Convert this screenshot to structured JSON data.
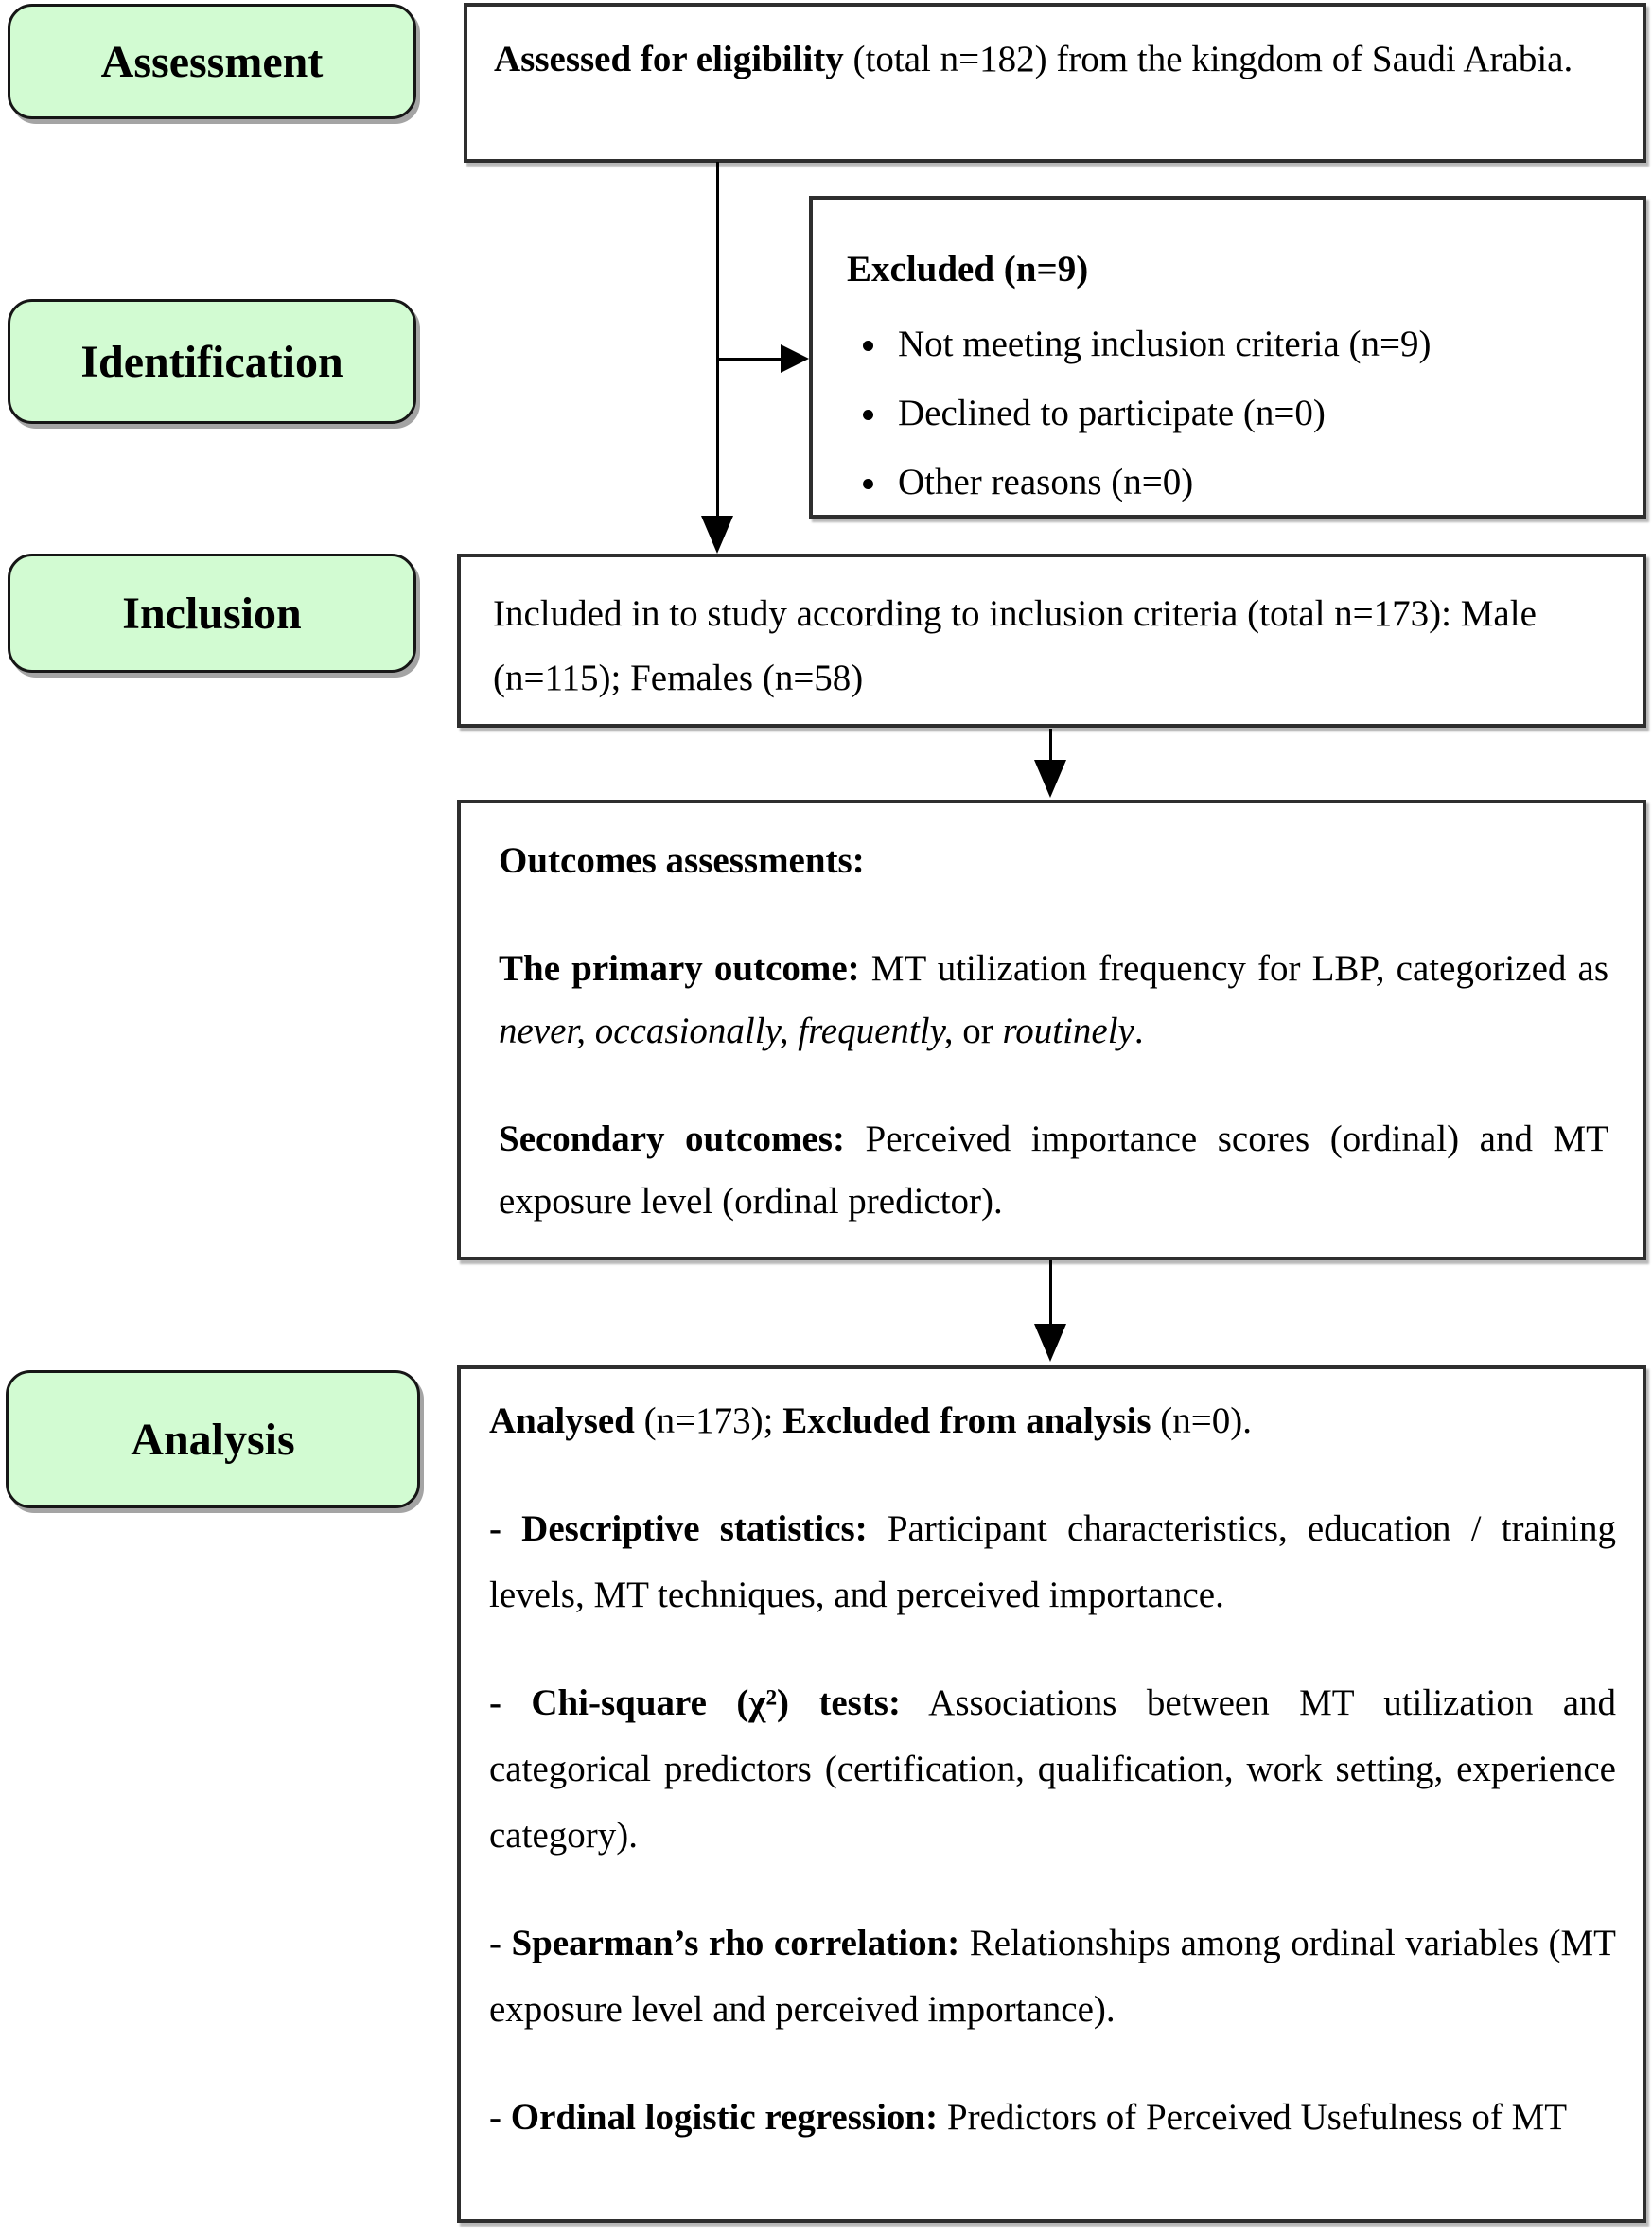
{
  "stages": {
    "assessment": "Assessment",
    "identification": "Identification",
    "inclusion": "Inclusion",
    "analysis": "Analysis"
  },
  "eligibility": {
    "bold": "Assessed for eligibility",
    "rest": " (total n=182) from the kingdom of Saudi Arabia."
  },
  "excluded": {
    "title": "Excluded (n=9)",
    "bullets": [
      "Not meeting inclusion criteria (n=9)",
      "Declined to participate (n=0)",
      "Other reasons (n=0)"
    ]
  },
  "included": {
    "text": "Included in to study according to inclusion criteria (total n=173): Male (n=115); Females (n=58)"
  },
  "outcomes": {
    "title": "Outcomes assessments:",
    "primary": {
      "label": "The primary outcome:",
      "text1": " MT utilization frequency for LBP, categorized as ",
      "italic1": "never, occasionally, frequently,",
      "text2": " or ",
      "italic2": "routinely",
      "text3": "."
    },
    "secondary": {
      "label": "Secondary outcomes:",
      "text": " Perceived importance scores (ordinal) and MT exposure level (ordinal predictor)."
    }
  },
  "analysis": {
    "lead": {
      "bold1": "Analysed",
      "text1": " (n=173); ",
      "bold2": "Excluded from analysis",
      "text2": " (n=0)."
    },
    "items": [
      {
        "label": "- Descriptive statistics:",
        "text": " Participant characteristics, education / training levels, MT techniques, and perceived importance."
      },
      {
        "label": "- Chi-square (χ²) tests:",
        "text": " Associations between MT utilization and categorical predictors (certification, qualification, work setting, experience category)."
      },
      {
        "label": "- Spearman’s rho correlation:",
        "text": " Relationships among ordinal variables (MT exposure level and perceived importance)."
      },
      {
        "label": "- Ordinal logistic regression:",
        "text": " Predictors of Perceived Usefulness of MT"
      }
    ]
  },
  "colors": {
    "stage_fill": "#d2fbd2",
    "stage_border": "#161616",
    "box_border": "#2e2e2e",
    "connector": "#000000"
  }
}
